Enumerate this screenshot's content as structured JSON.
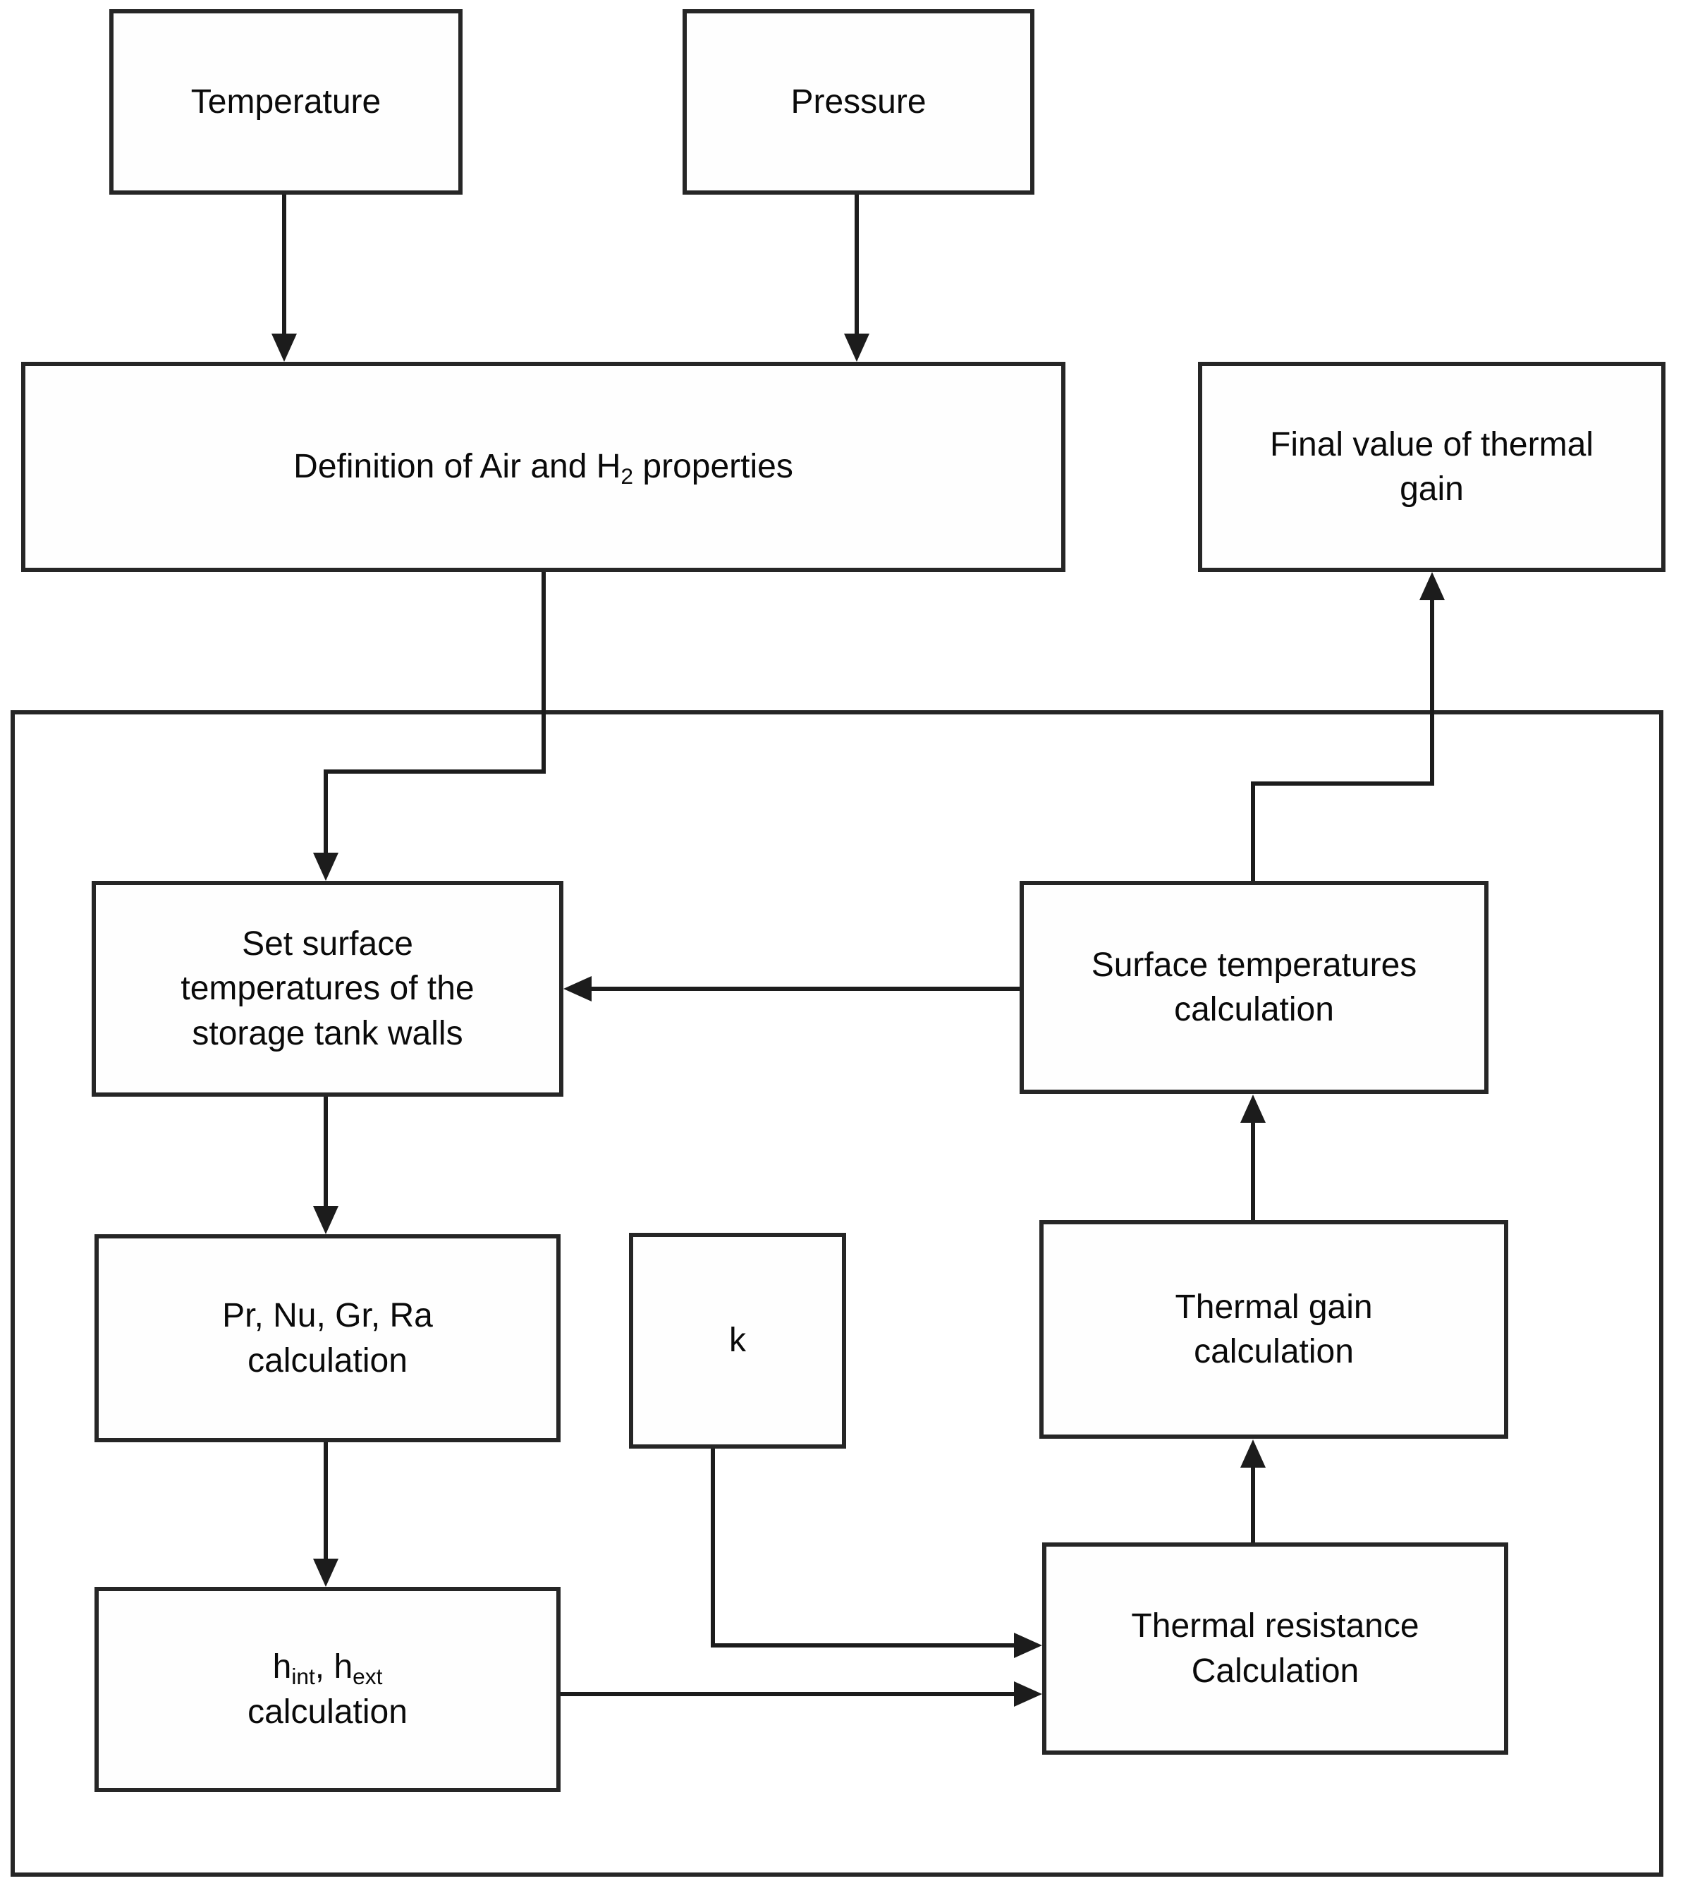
{
  "diagram": {
    "type": "flowchart",
    "colors": {
      "background": "#ffffff",
      "box_border": "#262626",
      "connector": "#1c1c1c",
      "text": "#0a0a0a"
    },
    "nodes": {
      "temperature": {
        "label": "Temperature"
      },
      "pressure": {
        "label": "Pressure"
      },
      "definition": {
        "text_before_sub": "Definition of Air and H",
        "subscript": "2",
        "text_after_sub": " properties"
      },
      "final_value": {
        "line1": "Final value of thermal",
        "line2": "gain"
      },
      "set_surface": {
        "line1": "Set surface",
        "line2": "temperatures of the",
        "line3": "storage tank walls"
      },
      "surface_temp_calc": {
        "line1": "Surface temperatures",
        "line2": "calculation"
      },
      "pr_nu_gr_ra": {
        "line1": "Pr, Nu, Gr, Ra",
        "line2": "calculation"
      },
      "k": {
        "label": "k"
      },
      "thermal_gain": {
        "line1": "Thermal gain",
        "line2": "calculation"
      },
      "h_int_ext": {
        "base1": "h",
        "sub1": "int",
        "mid": ", h",
        "sub2": "ext",
        "line2": "calculation"
      },
      "thermal_resistance": {
        "line1": "Thermal resistance",
        "line2": "Calculation"
      }
    }
  }
}
